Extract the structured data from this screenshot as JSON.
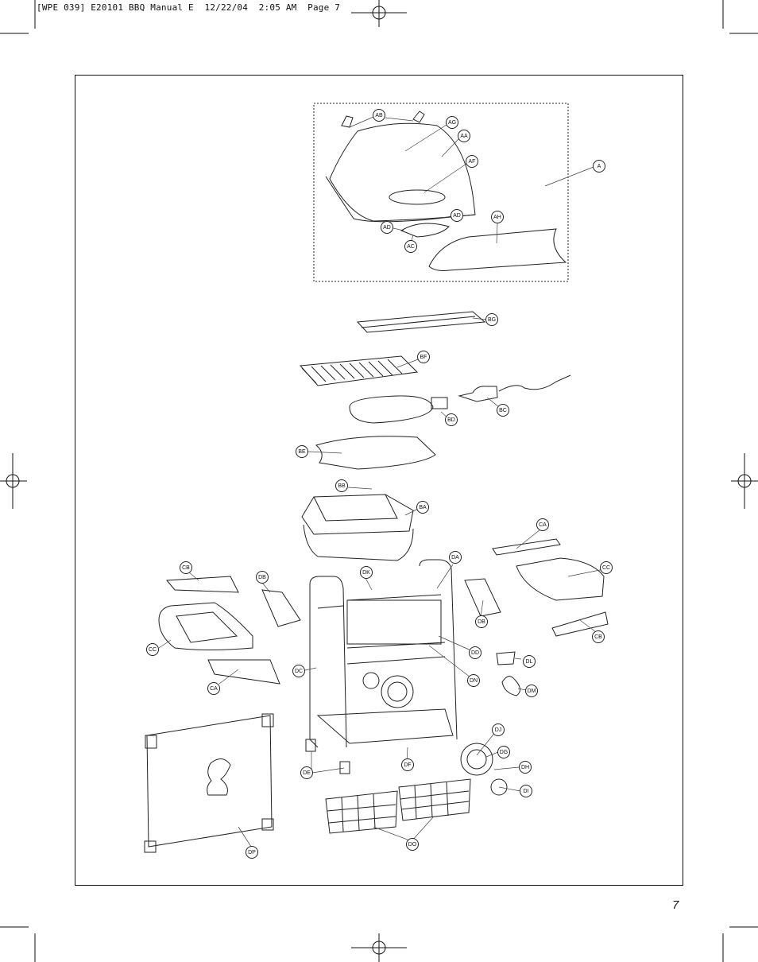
{
  "header": {
    "text": "[WPE 039] E20101 BBQ Manual E  12/22/04  2:05 AM  Page 7"
  },
  "page_number": "7",
  "labels": {
    "A": "A",
    "AA": "AA",
    "AB": "AB",
    "AC": "AC",
    "AD1": "AD",
    "AD2": "AD",
    "AF": "AF",
    "AG": "AG",
    "AH": "AH",
    "BA": "BA",
    "BB": "BB",
    "BC": "BC",
    "BD": "BD",
    "BE": "BE",
    "BF": "BF",
    "BG": "BG",
    "CA1": "CA",
    "CA2": "CA",
    "CB1": "CB",
    "CB2": "CB",
    "CC1": "CC",
    "CC2": "CC",
    "DA": "DA",
    "DB1": "DB",
    "DB2": "DB",
    "DC": "DC",
    "DD": "DD",
    "DE": "DE",
    "DF": "DF",
    "DG": "DG",
    "DH": "DH",
    "DI": "DI",
    "DJ": "DJ",
    "DK": "DK",
    "DL": "DL",
    "DM": "DM",
    "DN": "DN",
    "DO": "DO",
    "DP": "DP"
  }
}
